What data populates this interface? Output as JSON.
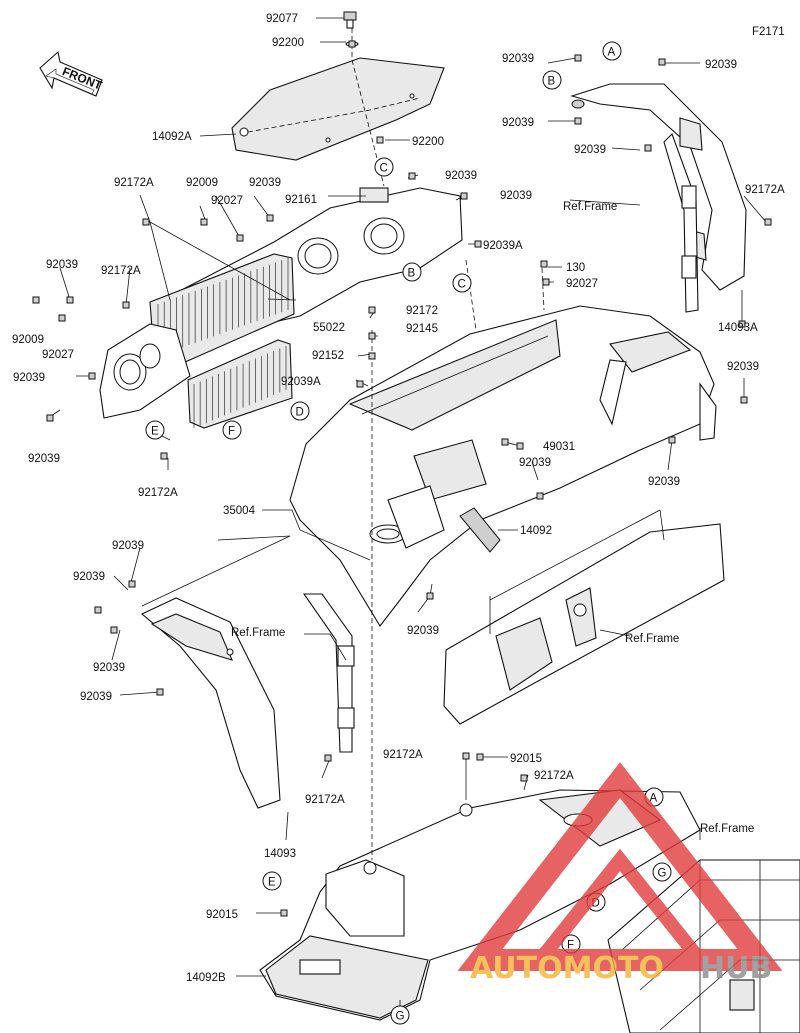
{
  "diagram_code": "F2171",
  "front_arrow_label": "FRONT",
  "ref_frame_label": "Ref.Frame",
  "watermark": {
    "text_a": "AUTOMOTO",
    "text_b": "HUB",
    "color_a": "#f2b233",
    "color_b": "#8a8a8a",
    "triangle_color": "#e23b3b"
  },
  "callouts": {
    "A": "A",
    "B": "B",
    "C": "C",
    "D": "D",
    "E": "E",
    "F": "F",
    "G": "G"
  },
  "parts": {
    "p92077": "92077",
    "p92200a": "92200",
    "p14092A": "14092A",
    "p92200b": "92200",
    "p92039_top_r1": "92039",
    "p92039_top_r2": "92039",
    "p92039_top_r3": "92039",
    "p92039_top_r4": "92039",
    "p92172A_r": "92172A",
    "p14093A": "14093A",
    "p92039_r5": "92039",
    "p92172A_l1": "92172A",
    "p92009_a": "92009",
    "p92039_a": "92039",
    "p92027_a": "92027",
    "p92161": "92161",
    "p92039_c1": "92039",
    "p92039_c2": "92039",
    "p92039A_a": "92039A",
    "p130": "130",
    "p92027_b": "92027",
    "p92039_l1": "92039",
    "p92172A_l2": "92172A",
    "p92009_b": "92009",
    "p92027_c": "92027",
    "p55022": "55022",
    "p92172": "92172",
    "p92145": "92145",
    "p92152": "92152",
    "p92039_l2": "92039",
    "p92039A_b": "92039A",
    "p92039_l3": "92039",
    "p92172A_l3": "92172A",
    "p49031": "49031",
    "p92039_m1": "92039",
    "p92039_r6": "92039",
    "p35004": "35004",
    "p14092": "14092",
    "p92039_f1": "92039",
    "p92039_f2": "92039",
    "p92039_f3": "92039",
    "p92039_f4": "92039",
    "p92039_m2": "92039",
    "p92172A_f": "92172A",
    "p14093": "14093",
    "p92172A_b1": "92172A",
    "p92015_a": "92015",
    "p92172A_b2": "92172A",
    "p92015_b": "92015",
    "p14092B": "14092B"
  }
}
